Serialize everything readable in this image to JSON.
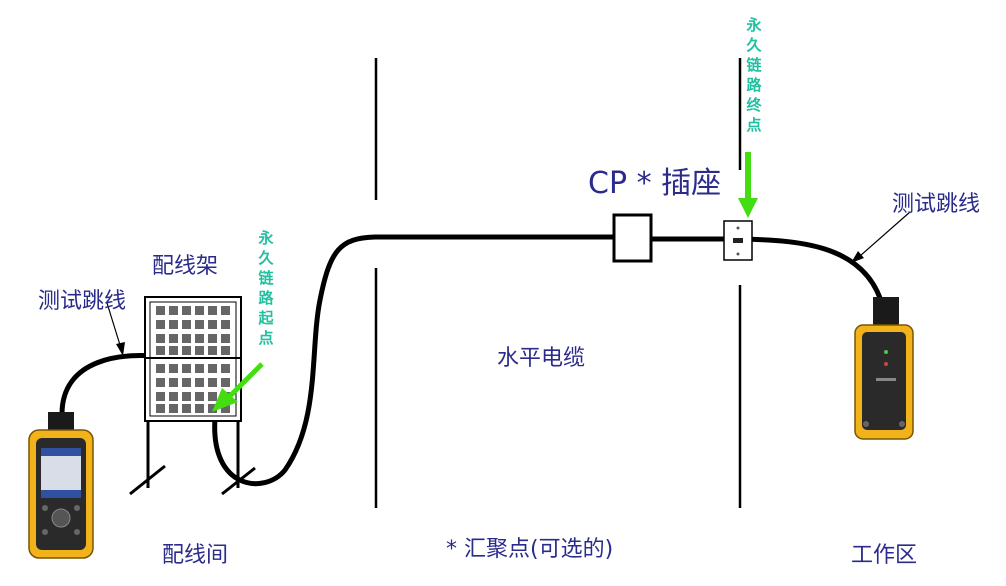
{
  "labels": {
    "patch_panel": "配线架",
    "test_cord_left": "测试跳线",
    "test_cord_right": "测试跳线",
    "link_start": "永久链路起点",
    "link_end": "永久链路终点",
    "cp_outlet": "CP * 插座",
    "horizontal_cable": "水平电缆",
    "zone_wiring_room": "配线间",
    "zone_cp": "* 汇聚点(可选的)",
    "zone_work_area": "工作区"
  },
  "colors": {
    "label_text": "#2b2b8c",
    "vertical_label_text": "#21c0a0",
    "arrow_green": "#44dd11",
    "cable": "#000000",
    "tester_body": "#f2b21a"
  },
  "icons": {
    "tester_left": "cable-tester-icon",
    "tester_right": "remote-unit-icon",
    "panel": "patch-panel-icon"
  }
}
